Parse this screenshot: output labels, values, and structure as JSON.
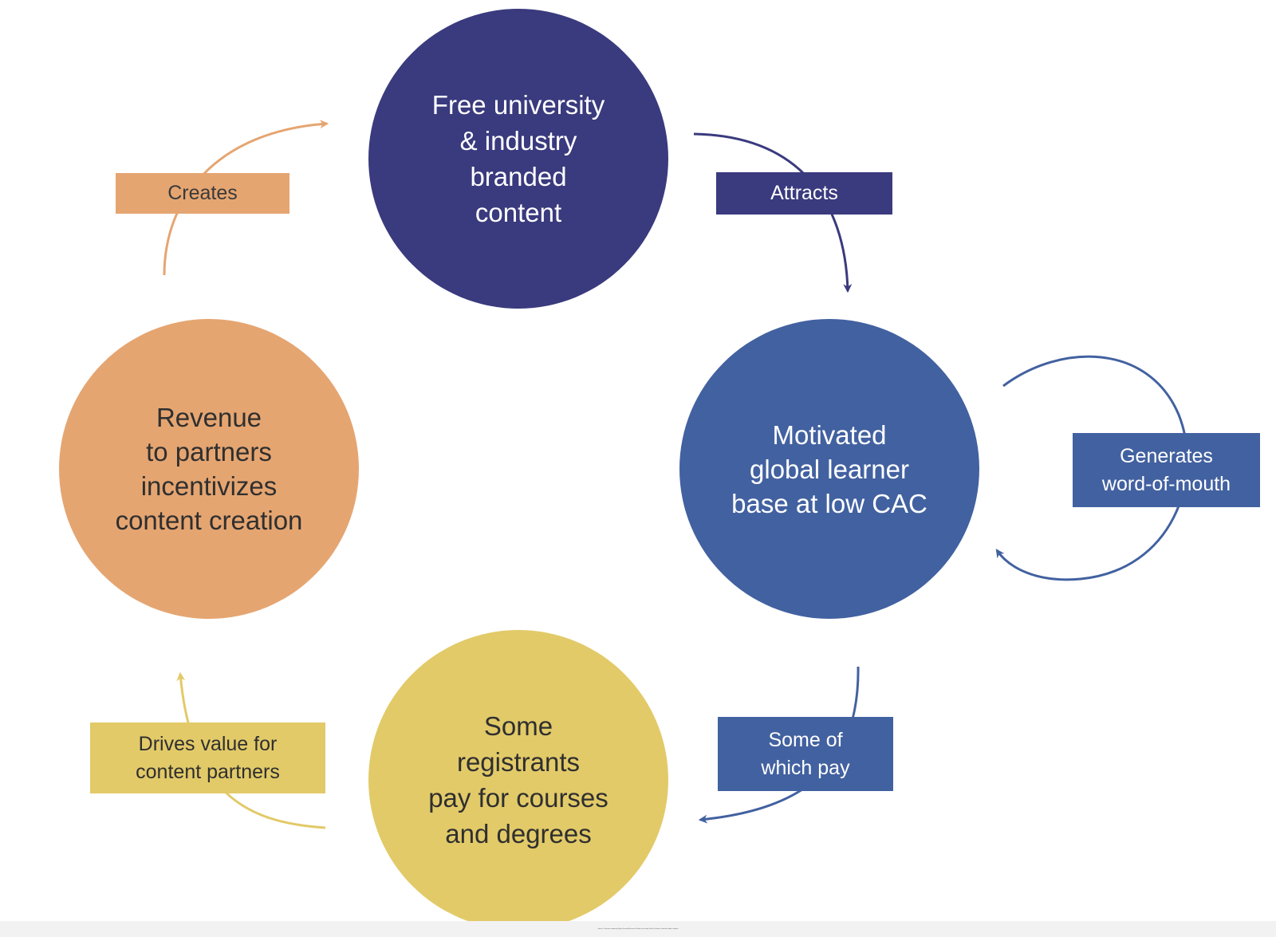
{
  "nodes": {
    "content": {
      "text": "Free university\n& industry\nbranded\ncontent",
      "color": "#3a3a7e"
    },
    "learners": {
      "text": "Motivated\nglobal learner\nbase at low CAC",
      "color": "#4261a0"
    },
    "paying": {
      "text": "Some\nregistrants\npay for courses\nand degrees",
      "color": "#e2ca69"
    },
    "revenue": {
      "text": "Revenue\nto partners\nincentivizes\ncontent creation",
      "color": "#e5a571"
    }
  },
  "edges": {
    "creates": {
      "text": "Creates",
      "from": "revenue",
      "to": "content"
    },
    "attracts": {
      "text": "Attracts",
      "from": "content",
      "to": "learners"
    },
    "word_of_mouth": {
      "text": "Generates\nword-of-mouth",
      "from": "learners",
      "to": "learners"
    },
    "some_pay": {
      "text": "Some of\nwhich pay",
      "from": "learners",
      "to": "paying"
    },
    "drives_value": {
      "text": "Drives value for\ncontent partners",
      "from": "paying",
      "to": "revenue"
    }
  },
  "footer": {
    "text": "Source: Coursera company filings, Harvard Business School case study, Sarah Johnson, financial model, analysis"
  }
}
